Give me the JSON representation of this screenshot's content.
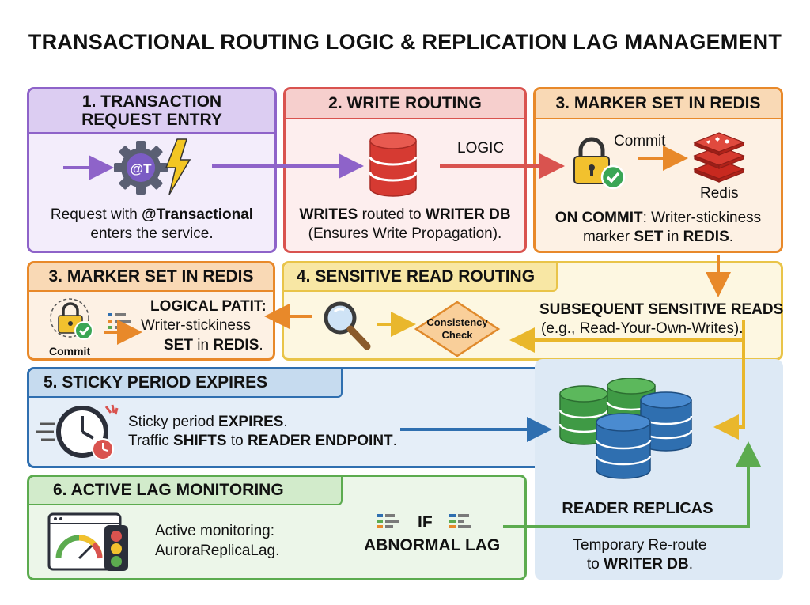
{
  "title": "TRANSACTIONAL ROUTING LOGIC & REPLICATION LAG MANAGEMENT",
  "colors": {
    "purple": "#8e63c9",
    "purple_bg": "#f3edfb",
    "purple_hdr": "#dccdf2",
    "red": "#d9534f",
    "red_bg": "#fdeeee",
    "red_hdr": "#f6cfcd",
    "orange": "#e8892a",
    "orange_bg": "#fdf1e4",
    "orange_hdr": "#f9d9b5",
    "yellow": "#e9c449",
    "yellow_bg": "#fdf7e1",
    "yellow_hdr": "#f8e7a4",
    "blue": "#2f6fb0",
    "blue_bg": "#e5eef8",
    "blue_hdr": "#c6dbef",
    "green": "#5cab4f",
    "green_bg": "#ecf6e9",
    "green_hdr": "#d2ebcb"
  },
  "panel1": {
    "header": "1. TRANSACTION REQUEST ENTRY",
    "icon": "gear-with-lightning-icon",
    "gear_label": "@T",
    "text_line1_prefix": "Request with ",
    "text_line1_bold": "@Transactional",
    "text_line2": "enters the service."
  },
  "panel2": {
    "header": "2. WRITE ROUTING",
    "icon": "writer-database-icon",
    "arrow_label": "LOGIC",
    "text_line1_bold1": "WRITES",
    "text_line1_mid": " routed to ",
    "text_line1_bold2": "WRITER DB",
    "text_line2": "(Ensures Write Propagation)."
  },
  "panel3": {
    "header": "3. MARKER SET IN REDIS",
    "commit_label": "Commit",
    "redis_label": "Redis",
    "text_line1_bold": "ON COMMIT",
    "text_line1_rest": ": Writer-stickiness",
    "text_line2_prefix": "marker ",
    "text_line2_bold1": "SET",
    "text_line2_mid": " in ",
    "text_line2_bold2": "REDIS",
    "text_line2_suffix": "."
  },
  "panel3b": {
    "header": "3. MARKER SET IN REDIS",
    "commit_label": "Commit",
    "text_line1_bold": "LOGICAL PATIT:",
    "text_line2": "Writer-stickiness",
    "text_line3_bold1": "SET",
    "text_line3_mid": " in ",
    "text_line3_bold2": "REDIS",
    "text_line3_suffix": "."
  },
  "panel4": {
    "header": "4. SENSITIVE READ ROUTING",
    "diamond_label_1": "Consistency",
    "diamond_label_2": "Check",
    "text_line1_bold": "SUBSEQUENT SENSITIVE READS",
    "text_line2": "(e.g., Read-Your-Own-Writes)."
  },
  "panel5": {
    "header": "5. STICKY PERIOD EXPIRES",
    "text_line1_prefix": "Sticky period ",
    "text_line1_bold": "EXPIRES",
    "text_line1_suffix": ".",
    "text_line2_prefix": "Traffic ",
    "text_line2_bold1": "SHIFTS",
    "text_line2_mid": " to ",
    "text_line2_bold2": "READER ENDPOINT",
    "text_line2_suffix": "."
  },
  "panel6": {
    "header": "6. ACTIVE LAG MONITORING",
    "text_line1": "Active monitoring:",
    "text_line2": "AuroraReplicaLag.",
    "if_label": "IF",
    "abnormal_label": "ABNORMAL LAG"
  },
  "replicas": {
    "label": "READER REPLICAS",
    "reroute_line1": "Temporary Re-route",
    "reroute_line2_prefix": "to ",
    "reroute_line2_bold": "WRITER DB",
    "reroute_line2_suffix": "."
  }
}
